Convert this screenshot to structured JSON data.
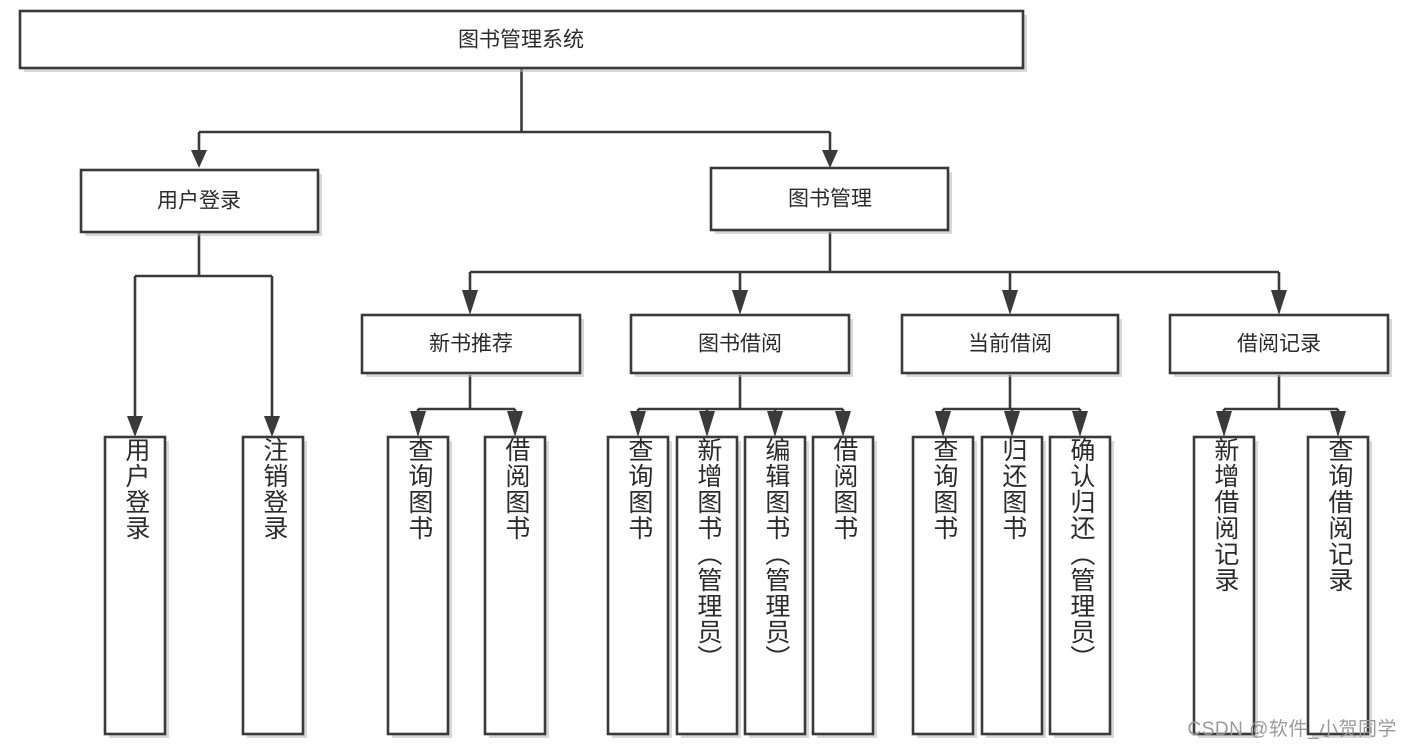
{
  "diagram": {
    "title": "图书管理系统",
    "type": "tree",
    "watermark": "CSDN @软件_小贺同学",
    "colors": {
      "stroke": "#3a3a3a",
      "fill": "#ffffff",
      "text": "#2b2b2b",
      "watermark": "#9a9a9a",
      "background": "#ffffff"
    },
    "root": {
      "label": "图书管理系统"
    },
    "level1": [
      {
        "label": "用户登录"
      },
      {
        "label": "图书管理"
      }
    ],
    "level2": [
      {
        "label": "新书推荐"
      },
      {
        "label": "图书借阅"
      },
      {
        "label": "当前借阅"
      },
      {
        "label": "借阅记录"
      }
    ],
    "leaves": {
      "user_login": [
        {
          "label": "用户登录"
        },
        {
          "label": "注销登录"
        }
      ],
      "new_book_recommend": [
        {
          "label": "查询图书"
        },
        {
          "label": "借阅图书"
        }
      ],
      "book_borrow": [
        {
          "label": "查询图书"
        },
        {
          "label": "新增图书（管理员）"
        },
        {
          "label": "编辑图书（管理员）"
        },
        {
          "label": "借阅图书"
        }
      ],
      "current_borrow": [
        {
          "label": "查询图书"
        },
        {
          "label": "归还图书"
        },
        {
          "label": "确认归还（管理员）"
        }
      ],
      "borrow_record": [
        {
          "label": "新增借阅记录"
        },
        {
          "label": "查询借阅记录"
        }
      ]
    }
  }
}
